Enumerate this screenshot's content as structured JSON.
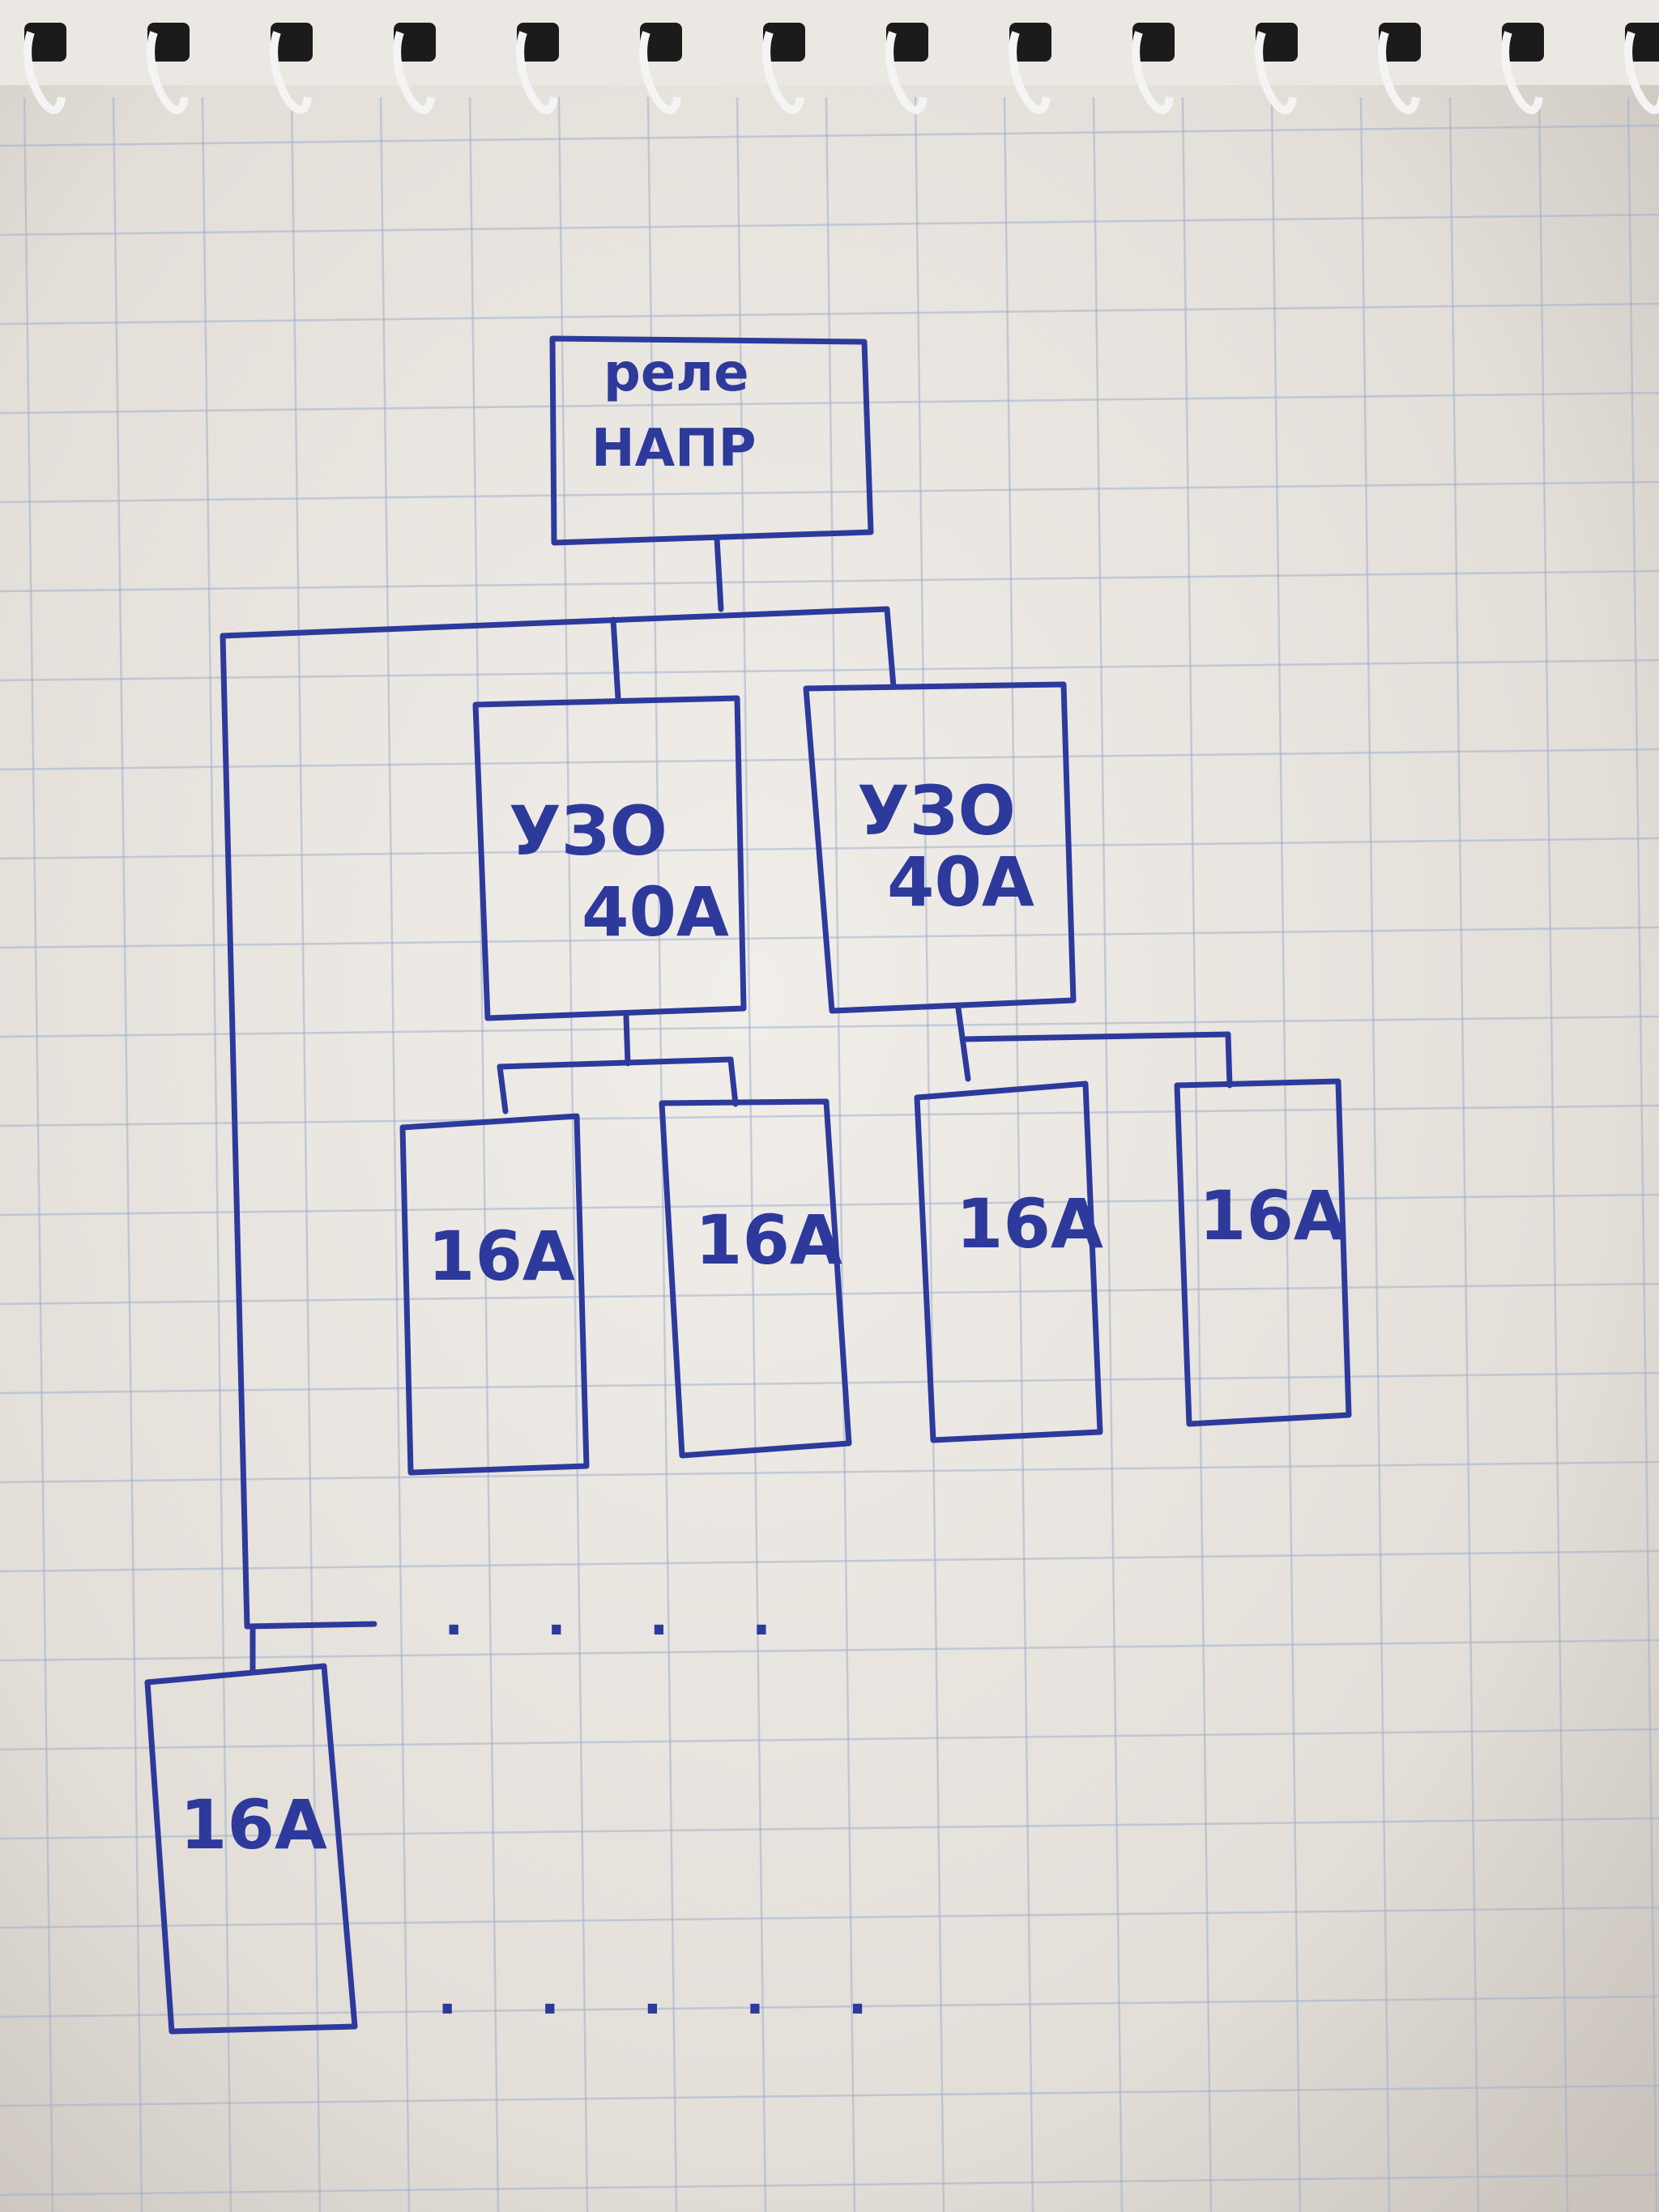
{
  "diagram": {
    "relay": {
      "line1": "реле",
      "line2": "НАПР"
    },
    "rcd_left": {
      "line1": "УЗО",
      "line2": "40А"
    },
    "rcd_right": {
      "line1": "УЗО",
      "line2": "40А"
    },
    "breakers": [
      "16А",
      "16А",
      "16А",
      "16А"
    ],
    "branch_breaker": "16А",
    "continuation_top": ". . . .",
    "continuation_bottom": ". . . . ."
  },
  "colors": {
    "ink": "#2d3a9c",
    "paper": "#ece9e5",
    "grid": "#9fb2cc"
  }
}
